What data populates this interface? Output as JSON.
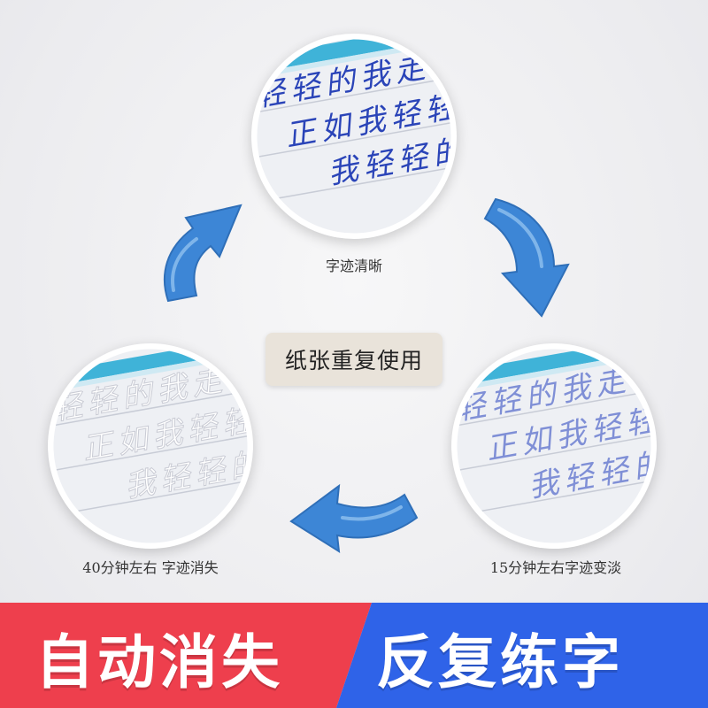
{
  "center_label": "纸张重复使用",
  "captions": {
    "top": "字迹清晰",
    "right": "15分钟左右字迹变淡",
    "left": "40分钟左右 字迹消失"
  },
  "copybook": {
    "line1": "轻轻的我走",
    "line2": "正如我轻轻",
    "line3": "我轻轻的"
  },
  "banner": {
    "left_text": "自动消失",
    "right_text": "反复练字",
    "left_color": "#ee3f4d",
    "right_color": "#2f63e8"
  },
  "colors": {
    "arrow": "#3d86d6",
    "ink_dark": "#2a44b8",
    "ink_faded": "#8b97d6",
    "ink_gone": "#c9cbd4",
    "stripe": "#3fb3d8"
  },
  "icons": [
    "arrow-clockwise-icon"
  ]
}
